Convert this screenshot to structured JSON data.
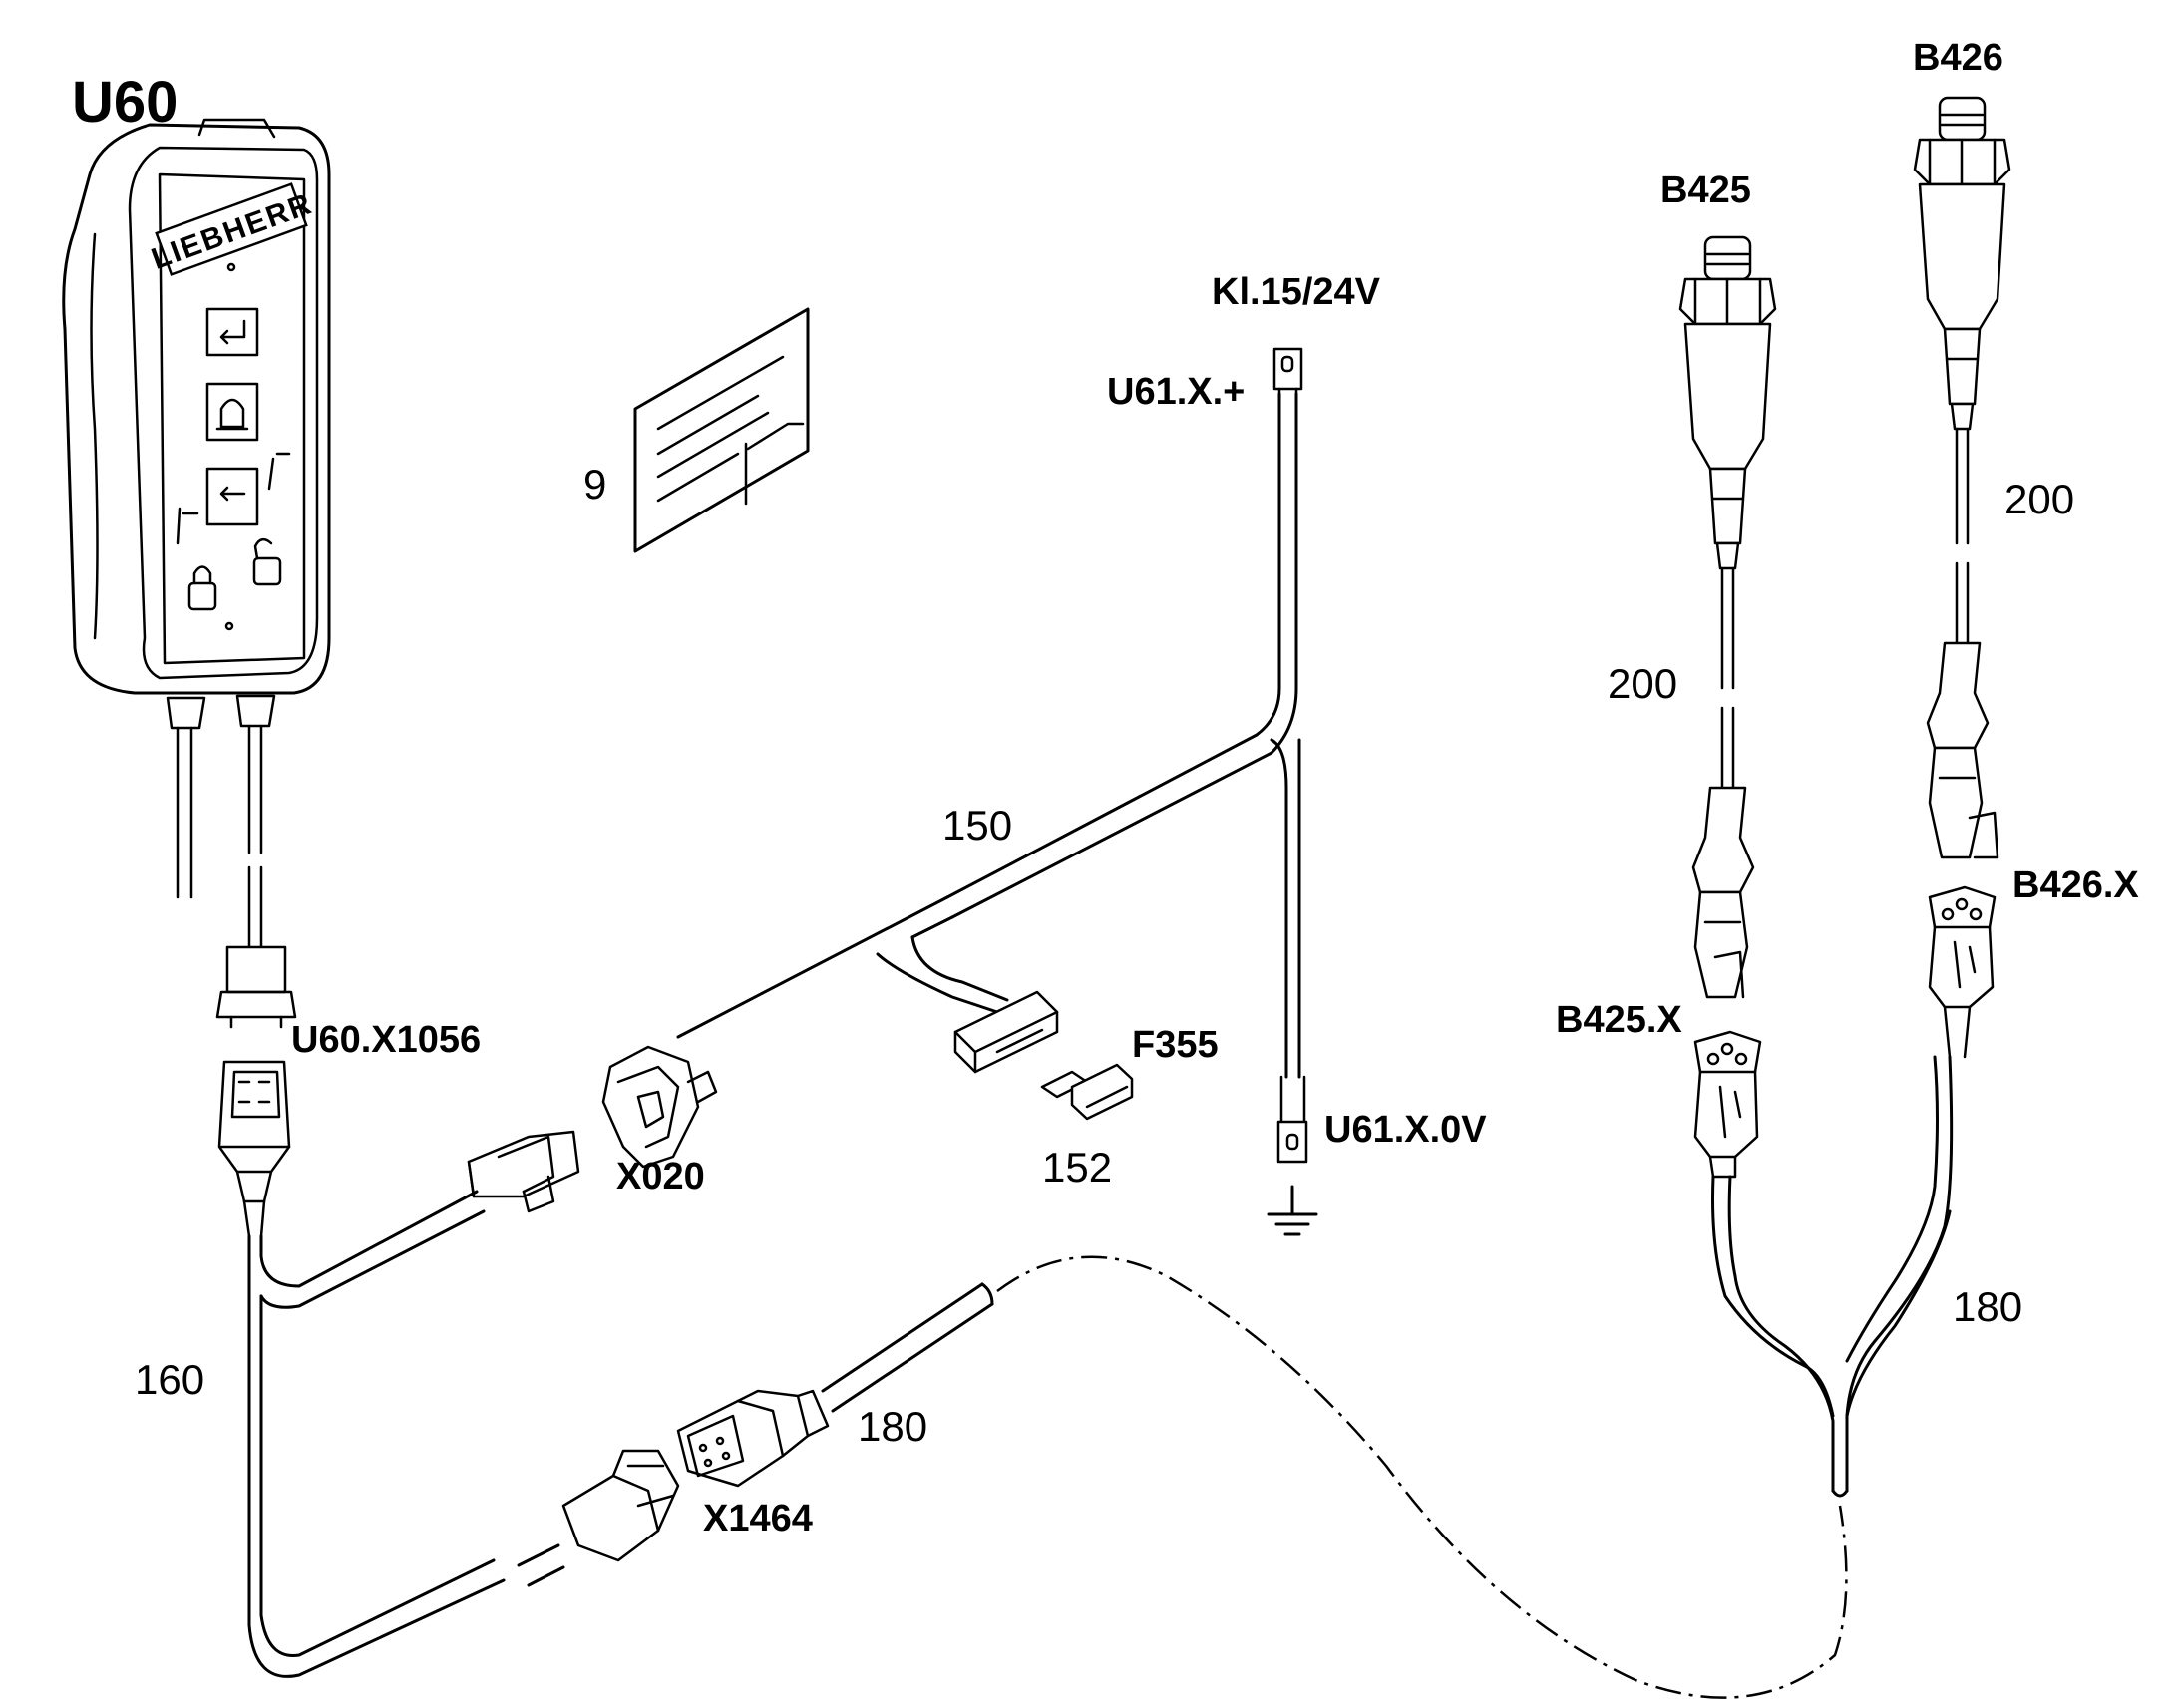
{
  "labels": {
    "u60": "U60",
    "doc_ref": "9",
    "kl15": "Kl.15/24V",
    "u61_plus": "U61.X.+",
    "u61_0v": "U61.X.0V",
    "b425": "B425",
    "b426": "B426",
    "b425x": "B425.X",
    "b426x": "B426.X",
    "u60x1056": "U60.X1056",
    "x020": "X020",
    "f355": "F355",
    "x1464": "X1464",
    "len_150": "150",
    "len_152": "152",
    "len_160": "160",
    "len_180_left": "180",
    "len_180_right": "180",
    "len_200_b425": "200",
    "len_200_b426": "200",
    "brand": "LIEBHERR"
  }
}
